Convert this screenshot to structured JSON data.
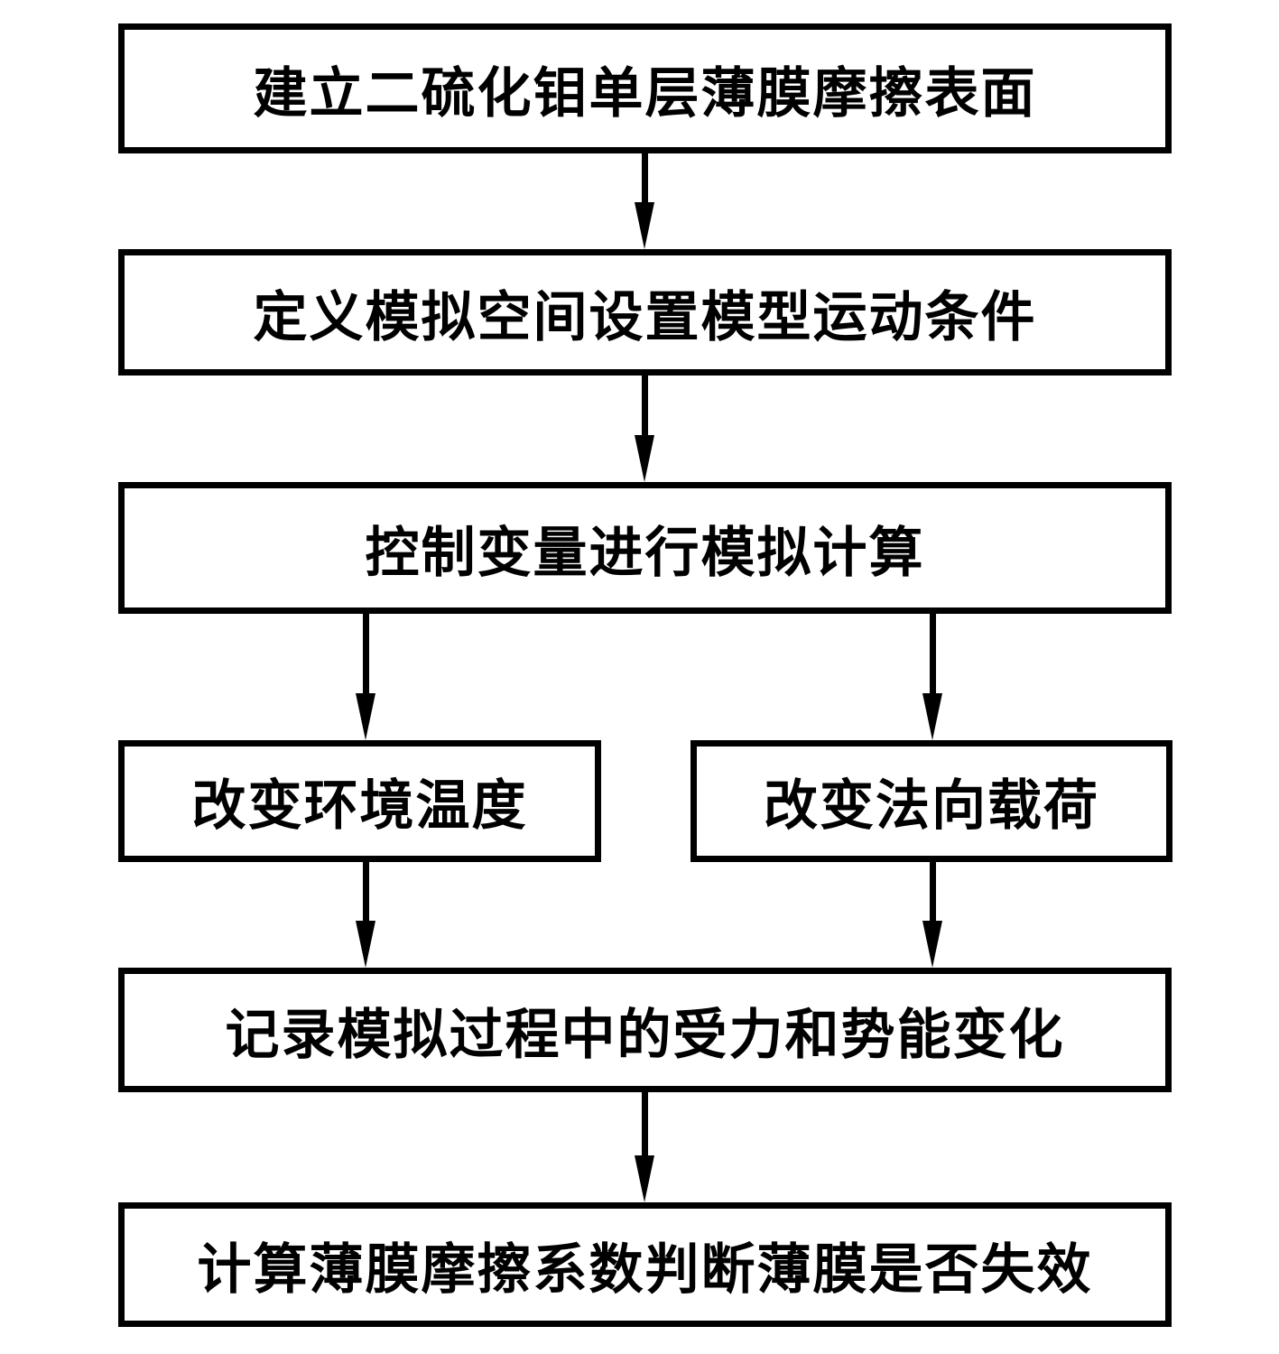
{
  "diagram": {
    "type": "flowchart",
    "colors": {
      "background": "#ffffff",
      "node_border": "#000000",
      "node_fill": "#ffffff",
      "text": "#000000",
      "arrow": "#000000"
    },
    "nodes": [
      {
        "id": "step-1",
        "label": "建立二硫化钼单层薄膜摩擦表面"
      },
      {
        "id": "step-2",
        "label": "定义模拟空间设置模型运动条件"
      },
      {
        "id": "step-3",
        "label": "控制变量进行模拟计算"
      },
      {
        "id": "step-4a",
        "label": "改变环境温度"
      },
      {
        "id": "step-4b",
        "label": "改变法向载荷"
      },
      {
        "id": "step-5",
        "label": "记录模拟过程中的受力和势能变化"
      },
      {
        "id": "step-6",
        "label": "计算薄膜摩擦系数判断薄膜是否失效"
      }
    ],
    "edges": [
      {
        "from": "step-1",
        "to": "step-2"
      },
      {
        "from": "step-2",
        "to": "step-3"
      },
      {
        "from": "step-3",
        "to": "step-4a"
      },
      {
        "from": "step-3",
        "to": "step-4b"
      },
      {
        "from": "step-4a",
        "to": "step-5"
      },
      {
        "from": "step-4b",
        "to": "step-5"
      },
      {
        "from": "step-5",
        "to": "step-6"
      }
    ]
  }
}
